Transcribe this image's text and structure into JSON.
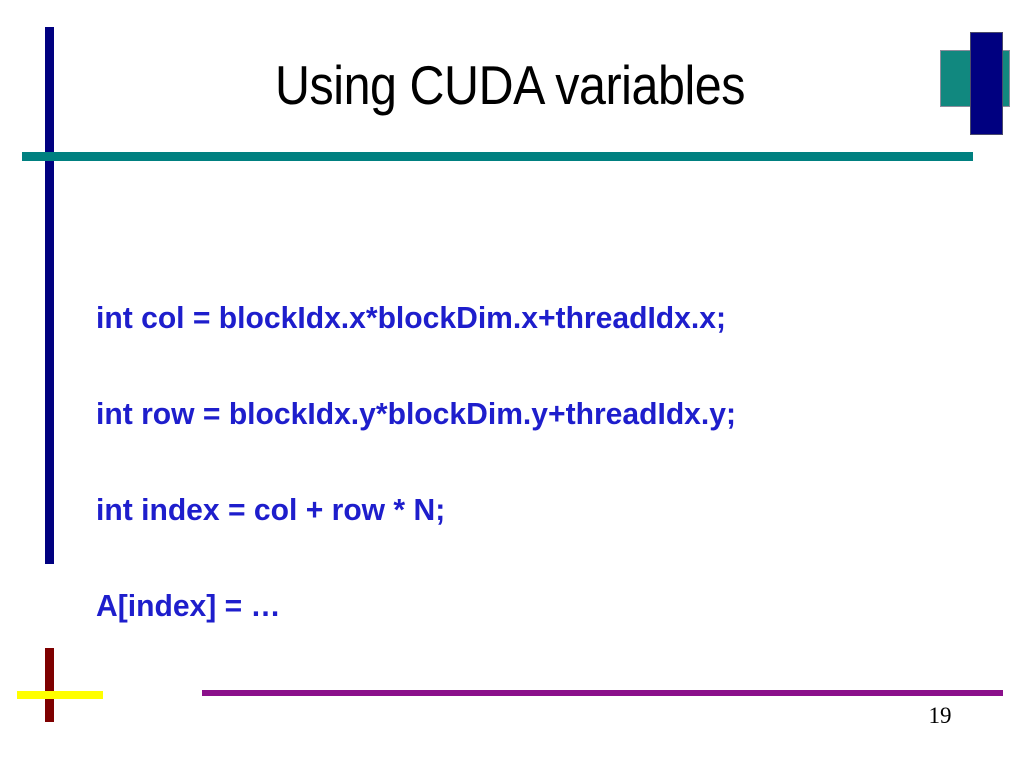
{
  "slide": {
    "title": "Using CUDA variables",
    "page_number": "19",
    "background_color": "#ffffff"
  },
  "body": {
    "lines": [
      {
        "text": "int col = blockIdx.x*blockDim.x+threadIdx.x;"
      },
      {
        "text": "int row = blockIdx.y*blockDim.y+threadIdx.y;"
      },
      {
        "text": "int index = col + row * N;"
      },
      {
        "text": "A[index] = …"
      }
    ],
    "text_color": "#1e1ecc"
  },
  "decorations": {
    "left_navy_bar": {
      "name": "left-vertical-navy-bar",
      "color": "#000080"
    },
    "teal_rule": {
      "name": "title-underline-teal-rule",
      "color": "#008080"
    },
    "corner_teal_square": {
      "name": "corner-teal-square",
      "color": "#11887f"
    },
    "corner_navy_bar": {
      "name": "corner-navy-bar",
      "color": "#000080"
    },
    "bottom_darkred_bar": {
      "name": "bottom-dark-red-bar",
      "color": "#7e0000"
    },
    "bottom_yellow_rule": {
      "name": "bottom-yellow-rule",
      "color": "#ffff00"
    },
    "bottom_purple_rule": {
      "name": "bottom-purple-rule",
      "color": "#8b108b"
    }
  }
}
